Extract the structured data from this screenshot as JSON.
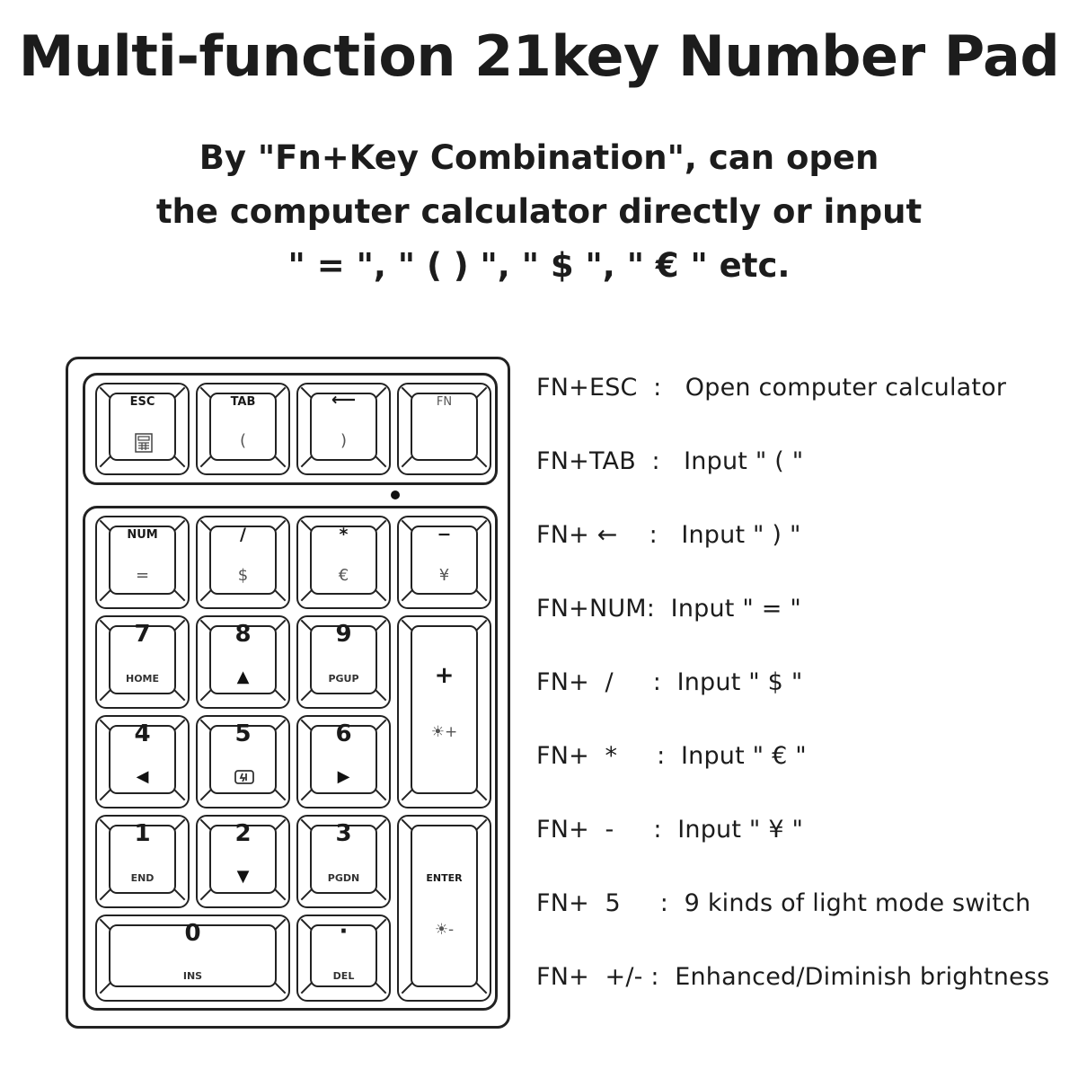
{
  "title": "Multi-function 21key Number Pad",
  "subtitle": {
    "line1": "By \"Fn+Key Combination\", can open",
    "line2": "the computer calculator directly or input",
    "line3": "\" = \", \" ( ) \",  \" $ \", \" € \" etc."
  },
  "keys": {
    "esc": {
      "main": "ESC"
    },
    "tab": {
      "main": "TAB",
      "sub": "("
    },
    "back": {
      "main": "⟵",
      "sub": ")"
    },
    "fn": {
      "main": "FN"
    },
    "num": {
      "main": "NUM",
      "sub": "="
    },
    "slash": {
      "main": "/",
      "sub": "$"
    },
    "star": {
      "main": "*",
      "sub": "€"
    },
    "minus": {
      "main": "−",
      "sub": "¥"
    },
    "k7": {
      "main": "7",
      "sub": "HOME"
    },
    "k8": {
      "main": "8",
      "sub": "▲"
    },
    "k9": {
      "main": "9",
      "sub": "PGUP"
    },
    "plus": {
      "main": "+",
      "sub": "☀+"
    },
    "k4": {
      "main": "4",
      "sub": "◀"
    },
    "k5": {
      "main": "5"
    },
    "k6": {
      "main": "6",
      "sub": "▶"
    },
    "k1": {
      "main": "1",
      "sub": "END"
    },
    "k2": {
      "main": "2",
      "sub": "▼"
    },
    "k3": {
      "main": "3",
      "sub": "PGDN"
    },
    "enter": {
      "main": "ENTER",
      "sub": "☀-"
    },
    "k0": {
      "main": "0",
      "sub": "INS"
    },
    "dot": {
      "main": "·",
      "sub": "DEL"
    }
  },
  "functions": [
    "FN+ESC  :   Open computer calculator",
    "FN+TAB  :   Input \" ( \"",
    "FN+ ←    :   Input \" ) \"",
    "FN+NUM:  Input \" = \"",
    "FN+  /     :  Input \" $ \"",
    "FN+  *     :  Input \" € \"",
    "FN+  -     :  Input \" ¥ \"",
    "FN+  5     :  9 kinds of light mode switch",
    "FN+  +/- :  Enhanced/Diminish brightness"
  ]
}
